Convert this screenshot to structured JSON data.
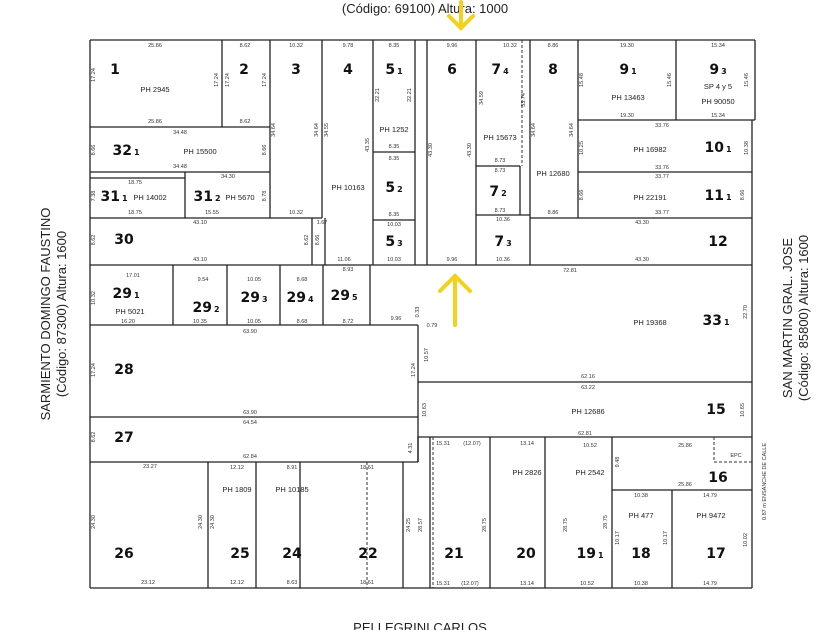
{
  "streets": {
    "top": "(Código: 69100) Altura: 1000",
    "left_name": "SARMIENTO DOMINGO FAUSTINO",
    "left_info": "(Código: 87300) Altura: 1600",
    "right_name": "SAN MARTIN GRAL. JOSE",
    "right_info": "(Código: 85800) Altura: 1600",
    "bottom": "PELLEGRINI CARLOS",
    "widening_note": "0.87 m ENSANCHE DE CALLE"
  },
  "colors": {
    "arrow": "#f2d21a",
    "lines": "#222222"
  },
  "parcels": [
    {
      "num": "1",
      "sub": "",
      "ph": "PH 2945"
    },
    {
      "num": "2",
      "sub": "",
      "ph": ""
    },
    {
      "num": "3",
      "sub": "",
      "ph": ""
    },
    {
      "num": "4",
      "sub": "",
      "ph": "PH 10163"
    },
    {
      "num": "5",
      "sub": "1",
      "ph": "PH 1252"
    },
    {
      "num": "5",
      "sub": "2",
      "ph": ""
    },
    {
      "num": "5",
      "sub": "3",
      "ph": ""
    },
    {
      "num": "6",
      "sub": "",
      "ph": ""
    },
    {
      "num": "7",
      "sub": "4",
      "ph": "PH 15673"
    },
    {
      "num": "7",
      "sub": "2",
      "ph": ""
    },
    {
      "num": "7",
      "sub": "3",
      "ph": ""
    },
    {
      "num": "8",
      "sub": "",
      "ph": "PH 12680"
    },
    {
      "num": "9",
      "sub": "1",
      "ph": "PH 13463"
    },
    {
      "num": "9",
      "sub": "3",
      "ph": "PH 90050",
      "note": "SP 4 y 5"
    },
    {
      "num": "10",
      "sub": "1",
      "ph": "PH 16982"
    },
    {
      "num": "11",
      "sub": "1",
      "ph": "PH 22191"
    },
    {
      "num": "12",
      "sub": "",
      "ph": ""
    },
    {
      "num": "32",
      "sub": "1",
      "ph": "PH 15500"
    },
    {
      "num": "31",
      "sub": "1",
      "ph": "PH 14002"
    },
    {
      "num": "31",
      "sub": "2",
      "ph": "PH 5670"
    },
    {
      "num": "30",
      "sub": "",
      "ph": ""
    },
    {
      "num": "29",
      "sub": "1",
      "ph": "PH 5021"
    },
    {
      "num": "29",
      "sub": "2",
      "ph": ""
    },
    {
      "num": "29",
      "sub": "3",
      "ph": ""
    },
    {
      "num": "29",
      "sub": "4",
      "ph": ""
    },
    {
      "num": "29",
      "sub": "5",
      "ph": ""
    },
    {
      "num": "28",
      "sub": "",
      "ph": ""
    },
    {
      "num": "27",
      "sub": "",
      "ph": ""
    },
    {
      "num": "33",
      "sub": "1",
      "ph": "PH 19368"
    },
    {
      "num": "15",
      "sub": "",
      "ph": "PH 12686"
    },
    {
      "num": "16",
      "sub": "",
      "ph": "",
      "note": "EPC"
    },
    {
      "num": "26",
      "sub": "",
      "ph": ""
    },
    {
      "num": "25",
      "sub": "",
      "ph": "PH 1809"
    },
    {
      "num": "24",
      "sub": "",
      "ph": "PH 10185"
    },
    {
      "num": "22",
      "sub": "",
      "ph": ""
    },
    {
      "num": "21",
      "sub": "",
      "ph": ""
    },
    {
      "num": "20",
      "sub": "",
      "ph": "PH 2826"
    },
    {
      "num": "19",
      "sub": "1",
      "ph": "PH 2542"
    },
    {
      "num": "18",
      "sub": "",
      "ph": "PH 477"
    },
    {
      "num": "17",
      "sub": "",
      "ph": "PH 9472"
    }
  ],
  "dims_h": [
    "25.86",
    "25.86",
    "8.62",
    "8.62",
    "10.32",
    "9.78",
    "8.35",
    "9.96",
    "10.32",
    "8.86",
    "19.30",
    "15.34",
    "34.48",
    "34.48",
    "34.30",
    "18.75",
    "18.75",
    "15.55",
    "10.32",
    "43.10",
    "43.10",
    "19.30",
    "15.34",
    "33.76",
    "33.76",
    "33.77",
    "33.77",
    "43.30",
    "43.30",
    "8.35",
    "8.35",
    "8.35",
    "10.03",
    "10.03",
    "8.73",
    "8.73",
    "8.73",
    "10.36",
    "10.36",
    "8.86",
    "11.06",
    "9.96",
    "1.67",
    "72.81",
    "17.01",
    "9.54",
    "10.05",
    "8.68",
    "8.93",
    "16.20",
    "10.35",
    "10.05",
    "8.68",
    "8.72",
    "9.96",
    "0.79",
    "63.90",
    "63.90",
    "64.54",
    "62.84",
    "62.16",
    "63.22",
    "62.81",
    "23.27",
    "12.12",
    "8.91",
    "18.61",
    "15.31",
    "(12.07)",
    "13.14",
    "10.52",
    "25.86",
    "25.86",
    "10.38",
    "14.79",
    "23.12",
    "12.12",
    "8.63",
    "18.61",
    "15.31",
    "(12.07)",
    "13.14",
    "10.52",
    "10.38",
    "14.79"
  ],
  "dims_v": [
    "17.24",
    "17.24",
    "17.24",
    "17.24",
    "34.64",
    "34.64",
    "34.55",
    "43.35",
    "22.21",
    "22.21",
    "43.30",
    "43.30",
    "34.59",
    "33.74",
    "34.64",
    "34.64",
    "15.48",
    "15.46",
    "15.46",
    "10.25",
    "10.38",
    "8.66",
    "8.66",
    "8.66",
    "8.66",
    "7.38",
    "8.78",
    "8.62",
    "8.62",
    "8.66",
    "10.32",
    "17.24",
    "17.24",
    "10.57",
    "0.33",
    "22.70",
    "10.63",
    "10.65",
    "8.62",
    "4.31",
    "24.30",
    "24.30",
    "24.30",
    "24.25",
    "28.57",
    "28.75",
    "28.75",
    "28.75",
    "9.48",
    "10.17",
    "10.17",
    "10.02"
  ]
}
